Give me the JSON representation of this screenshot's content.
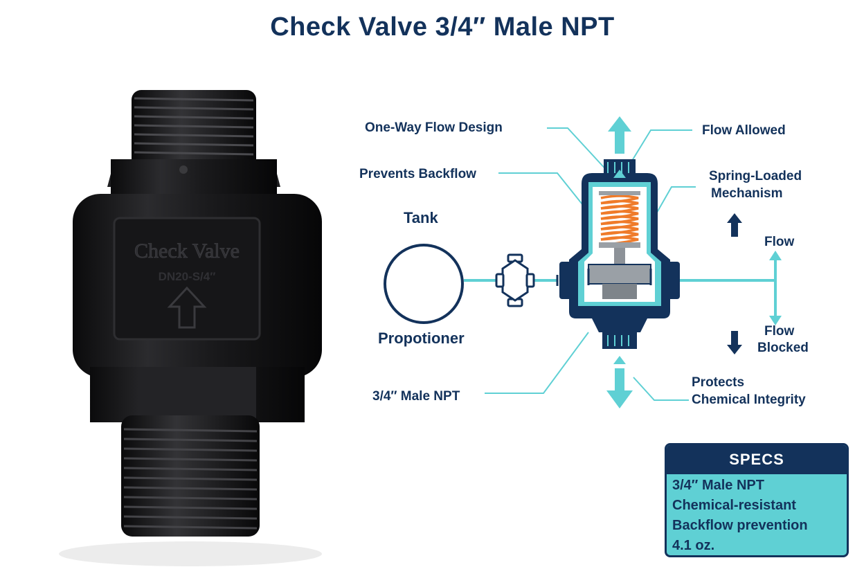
{
  "title": "Check Valve 3/4″ Male NPT",
  "photo": {
    "embossed_line1": "Check Valve",
    "embossed_line2": "DN20-S/4″"
  },
  "labels": {
    "one_way": "One-Way Flow Design",
    "prevents_backflow": "Prevents Backflow",
    "tank": "Tank",
    "proportioner": "Propotioner",
    "male_npt": "3/4″ Male NPT",
    "flow_allowed": "Flow Allowed",
    "spring_loaded_1": "Spring-Loaded",
    "spring_loaded_2": "Mechanism",
    "flow": "Flow",
    "flow_blocked_1": "Flow",
    "flow_blocked_2": "Blocked",
    "protects_1": "Protects",
    "protects_2": "Chemical Integrity"
  },
  "specs": {
    "heading": "SPECS",
    "items": [
      "3/4″ Male NPT",
      "Chemical-resistant",
      "Backflow prevention",
      "4.1 oz."
    ]
  },
  "colors": {
    "navy": "#13325b",
    "teal": "#5fd0d4",
    "spring": "#ef7b2a",
    "body_black": "#1a1a1c"
  },
  "icons": {
    "flow_up": "arrow-up-icon",
    "flow_down": "arrow-down-icon",
    "photo_arrow": "outline-arrow-up-icon"
  }
}
